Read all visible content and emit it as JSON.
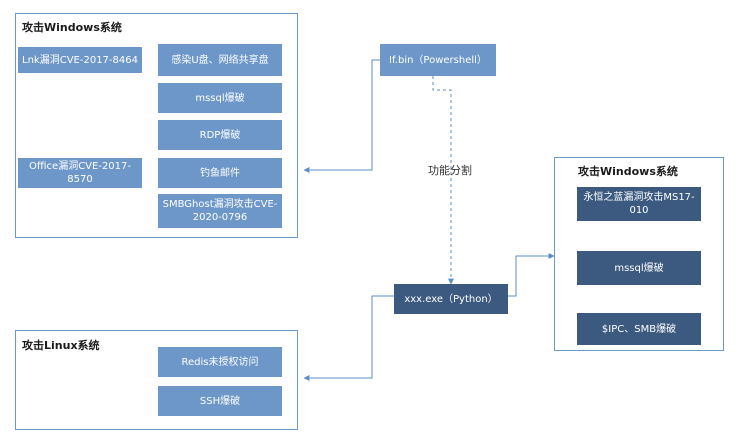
{
  "groups": {
    "win_left": {
      "title": "攻击Windows系统"
    },
    "linux": {
      "title": "攻击Linux系统"
    },
    "win_right": {
      "title": "攻击Windows系统"
    }
  },
  "nodes": {
    "lnk_cve": "Lnk漏洞CVE-2017-8464",
    "usb_share": "感染U盘、网络共享盘",
    "mssql_left": "mssql爆破",
    "rdp": "RDP爆破",
    "office_cve": "Office漏洞CVE-2017-8570",
    "phishing": "钓鱼邮件",
    "smbghost": "SMBGhost漏洞攻击CVE-2020-0796",
    "redis": "Redis未授权访问",
    "ssh": "SSH爆破",
    "powershell": "If.bin（Powershell）",
    "python": "xxx.exe（Python）",
    "eternalblue": "永恒之蓝漏洞攻击MS17-010",
    "mssql_right": "mssql爆破",
    "ipc_smb": "$IPC、SMB爆破"
  },
  "labels": {
    "split": "功能分割"
  },
  "colors": {
    "light_box": "#6d97c9",
    "dark_box": "#3c5a80",
    "border": "#6a9bc6",
    "connector": "#5b8ec8"
  }
}
